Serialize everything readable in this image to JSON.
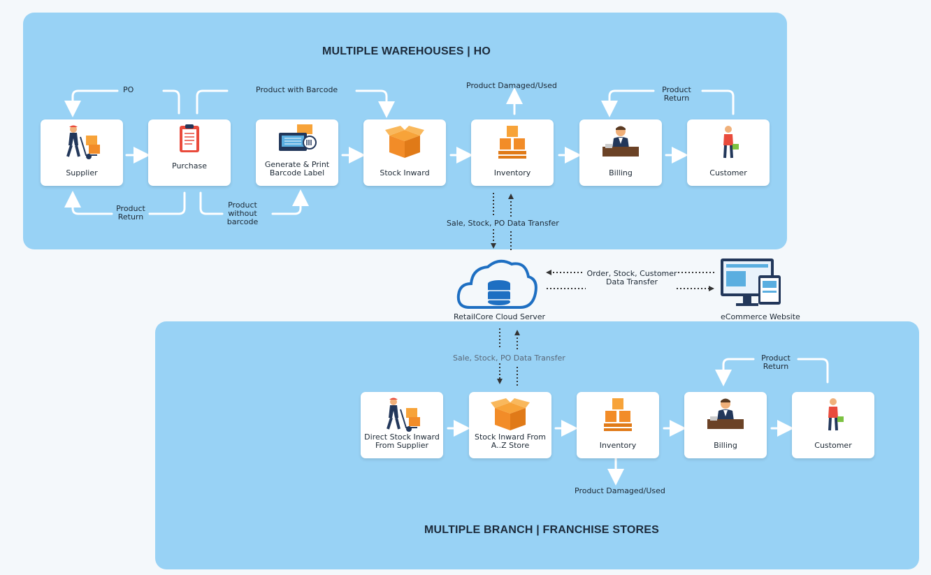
{
  "ho": {
    "title": "MULTIPLE WAREHOUSES | HO",
    "cards": {
      "supplier": "Supplier",
      "purchase": "Purchase",
      "barcode": "Generate & Print Barcode Label",
      "stock_inward": "Stock Inward",
      "inventory": "Inventory",
      "billing": "Billing",
      "customer": "Customer"
    },
    "notes": {
      "po": "PO",
      "product_with_barcode": "Product with Barcode",
      "product_damaged": "Product Damaged/Used",
      "product_return_top": "Product Return",
      "product_return_bottom": "Product Return",
      "product_without_barcode": "Product without barcode",
      "data_transfer": "Sale, Stock, PO Data Transfer"
    }
  },
  "center": {
    "cloud_label": "RetailCore Cloud Server",
    "ecom_label": "eCommerce Website",
    "ecom_transfer": "Order, Stock, Customer Data Transfer"
  },
  "branch": {
    "title": "MULTIPLE BRANCH | FRANCHISE STORES",
    "cards": {
      "direct_stock": "Direct Stock Inward From Supplier",
      "stock_store": "Stock Inward From A..Z Store",
      "inventory": "Inventory",
      "billing": "Billing",
      "customer": "Customer"
    },
    "notes": {
      "data_transfer": "Sale, Stock, PO Data Transfer",
      "product_return": "Product Return",
      "product_damaged": "Product Damaged/Used"
    }
  },
  "colors": {
    "panel": "#98d2f5",
    "orange": "#f7a339",
    "navy": "#22375a",
    "arrow": "#ffffff",
    "dotted": "#333333"
  }
}
